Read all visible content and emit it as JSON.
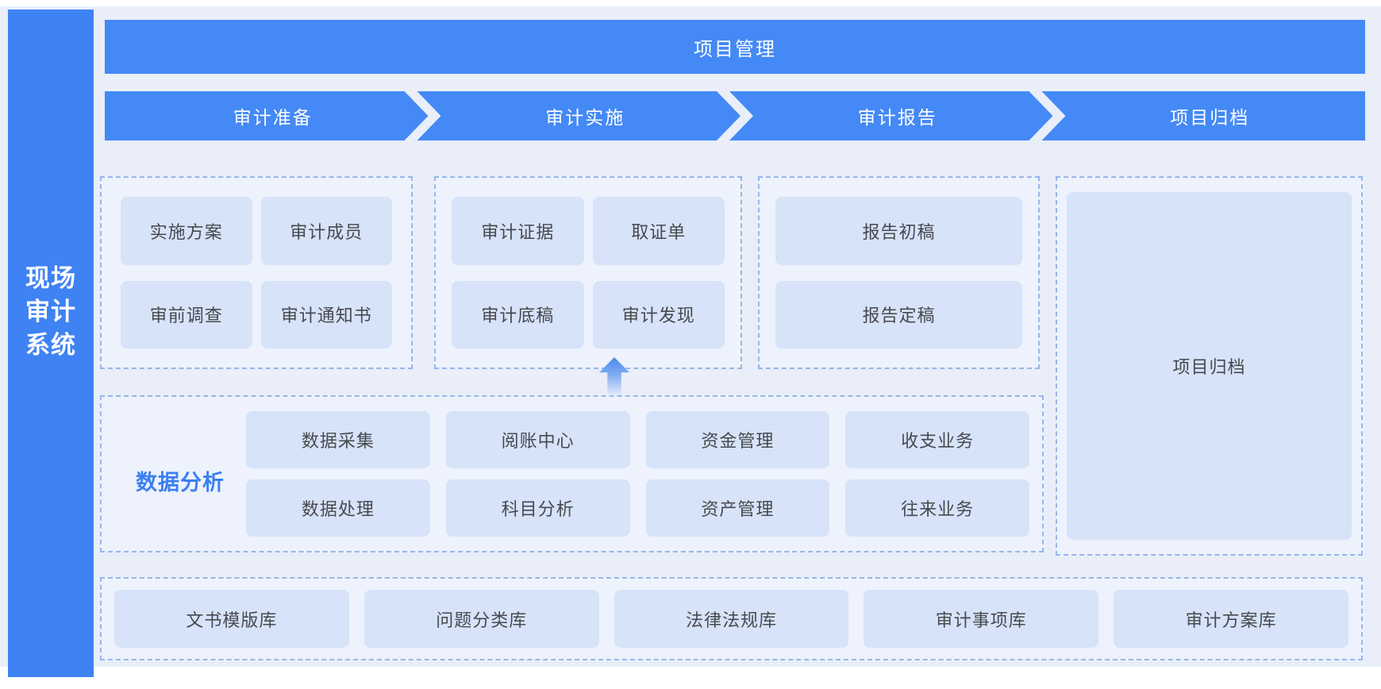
{
  "app": {
    "system_title_lines": [
      "现场",
      "审计",
      "系统"
    ]
  },
  "header": {
    "title": "项目管理"
  },
  "stages": [
    {
      "label": "审计准备"
    },
    {
      "label": "审计实施"
    },
    {
      "label": "审计报告"
    },
    {
      "label": "项目归档"
    }
  ],
  "panels": {
    "preparation": {
      "buttons": [
        "实施方案",
        "审计成员",
        "审前调查",
        "审计通知书"
      ]
    },
    "implementation": {
      "buttons": [
        "审计证据",
        "取证单",
        "审计底稿",
        "审计发现"
      ]
    },
    "report": {
      "buttons": [
        "报告初稿",
        "报告定稿"
      ]
    },
    "archive": {
      "label": "项目归档"
    }
  },
  "data_analysis": {
    "label": "数据分析",
    "buttons": [
      "数据采集",
      "阅账中心",
      "资金管理",
      "收支业务",
      "数据处理",
      "科目分析",
      "资产管理",
      "往来业务"
    ]
  },
  "libraries": {
    "buttons": [
      "文书模版库",
      "问题分类库",
      "法律法规库",
      "审计事项库",
      "审计方案库"
    ]
  },
  "icons": {
    "flow_up_arrow": "up-arrow"
  },
  "colors": {
    "primary_blue": "#4489f5",
    "sidebar_blue": "#3e82f4",
    "panel_background": "#e9eef9",
    "box_background": "#eef2fc",
    "chip_background": "#d6e3f9",
    "dashed_border": "#96b7eb",
    "chip_text": "#47494f",
    "accent_label": "#3b7ff2"
  }
}
